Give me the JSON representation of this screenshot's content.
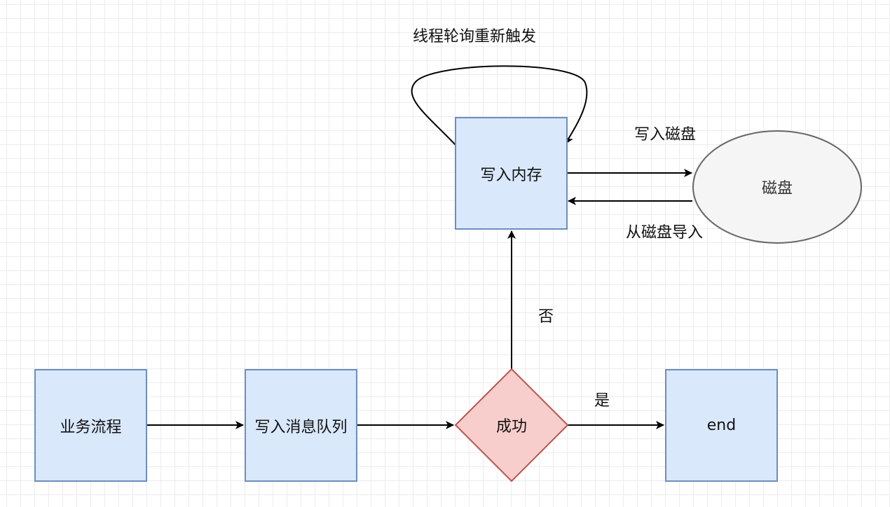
{
  "nodes": {
    "business": "业务流程",
    "write_queue": "写入消息队列",
    "success": "成功",
    "end": "end",
    "write_memory": "写入内存",
    "disk": "磁盘"
  },
  "edges": {
    "yes": "是",
    "no": "否",
    "write_disk": "写入磁盘",
    "load_disk": "从磁盘导入",
    "retry": "线程轮询重新触发"
  },
  "colors": {
    "rect_fill": "#dae8fc",
    "rect_stroke": "#6c8ebf",
    "diamond_fill": "#f8cecc",
    "diamond_stroke": "#b85450",
    "ellipse_fill": "#f5f5f5",
    "ellipse_stroke": "#666666"
  }
}
